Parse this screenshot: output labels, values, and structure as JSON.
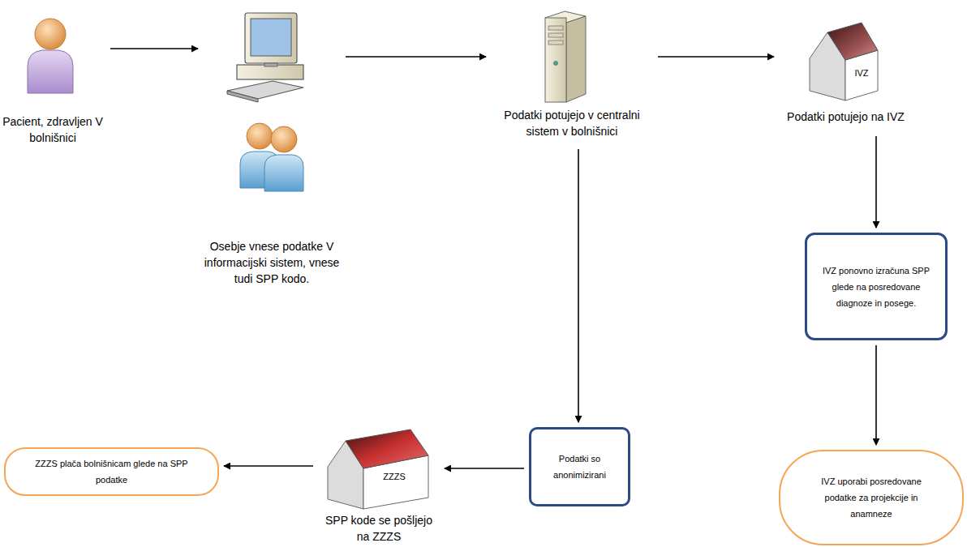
{
  "diagram": {
    "nodes": [
      {
        "text": [
          "Pacient, zdravljen V bolnišnici"
        ]
      },
      {
        "text": [
          "Osebje vnese podatke V informacijski sistem, vnese tudi SPP kodo."
        ]
      },
      {
        "text": [
          "Podatki potujejo v centralni sistem v bolnišnici"
        ]
      },
      {
        "text": [
          "IVZ",
          "Podatki potujejo na IVZ"
        ]
      },
      {
        "text": [
          "IVZ ponovno izračuna SPP glede na posredovane diagnoze in posege."
        ]
      },
      {
        "text": [
          "IVZ uporabi posredovane podatke za projekcije in anamneze"
        ]
      },
      {
        "text": [
          "Podatki so anonimizirani"
        ]
      },
      {
        "text": [
          "ZZZS",
          "SPP kode se pošljejo na ZZZS"
        ]
      },
      {
        "text": [
          "ZZZS plača bolnišnicam glede na SPP podatke"
        ]
      }
    ],
    "edges": [
      {
        "from": 0,
        "to": 1,
        "arrow": "to"
      },
      {
        "from": 1,
        "to": 2,
        "arrow": "to"
      },
      {
        "from": 2,
        "to": 3,
        "arrow": "to"
      },
      {
        "from": 3,
        "to": 4,
        "arrow": "to"
      },
      {
        "from": 4,
        "to": 5,
        "arrow": "to"
      },
      {
        "from": 2,
        "to": 6,
        "arrow": "to"
      },
      {
        "from": 6,
        "to": 7,
        "arrow": "to"
      },
      {
        "from": 7,
        "to": 8,
        "arrow": "to"
      }
    ]
  }
}
